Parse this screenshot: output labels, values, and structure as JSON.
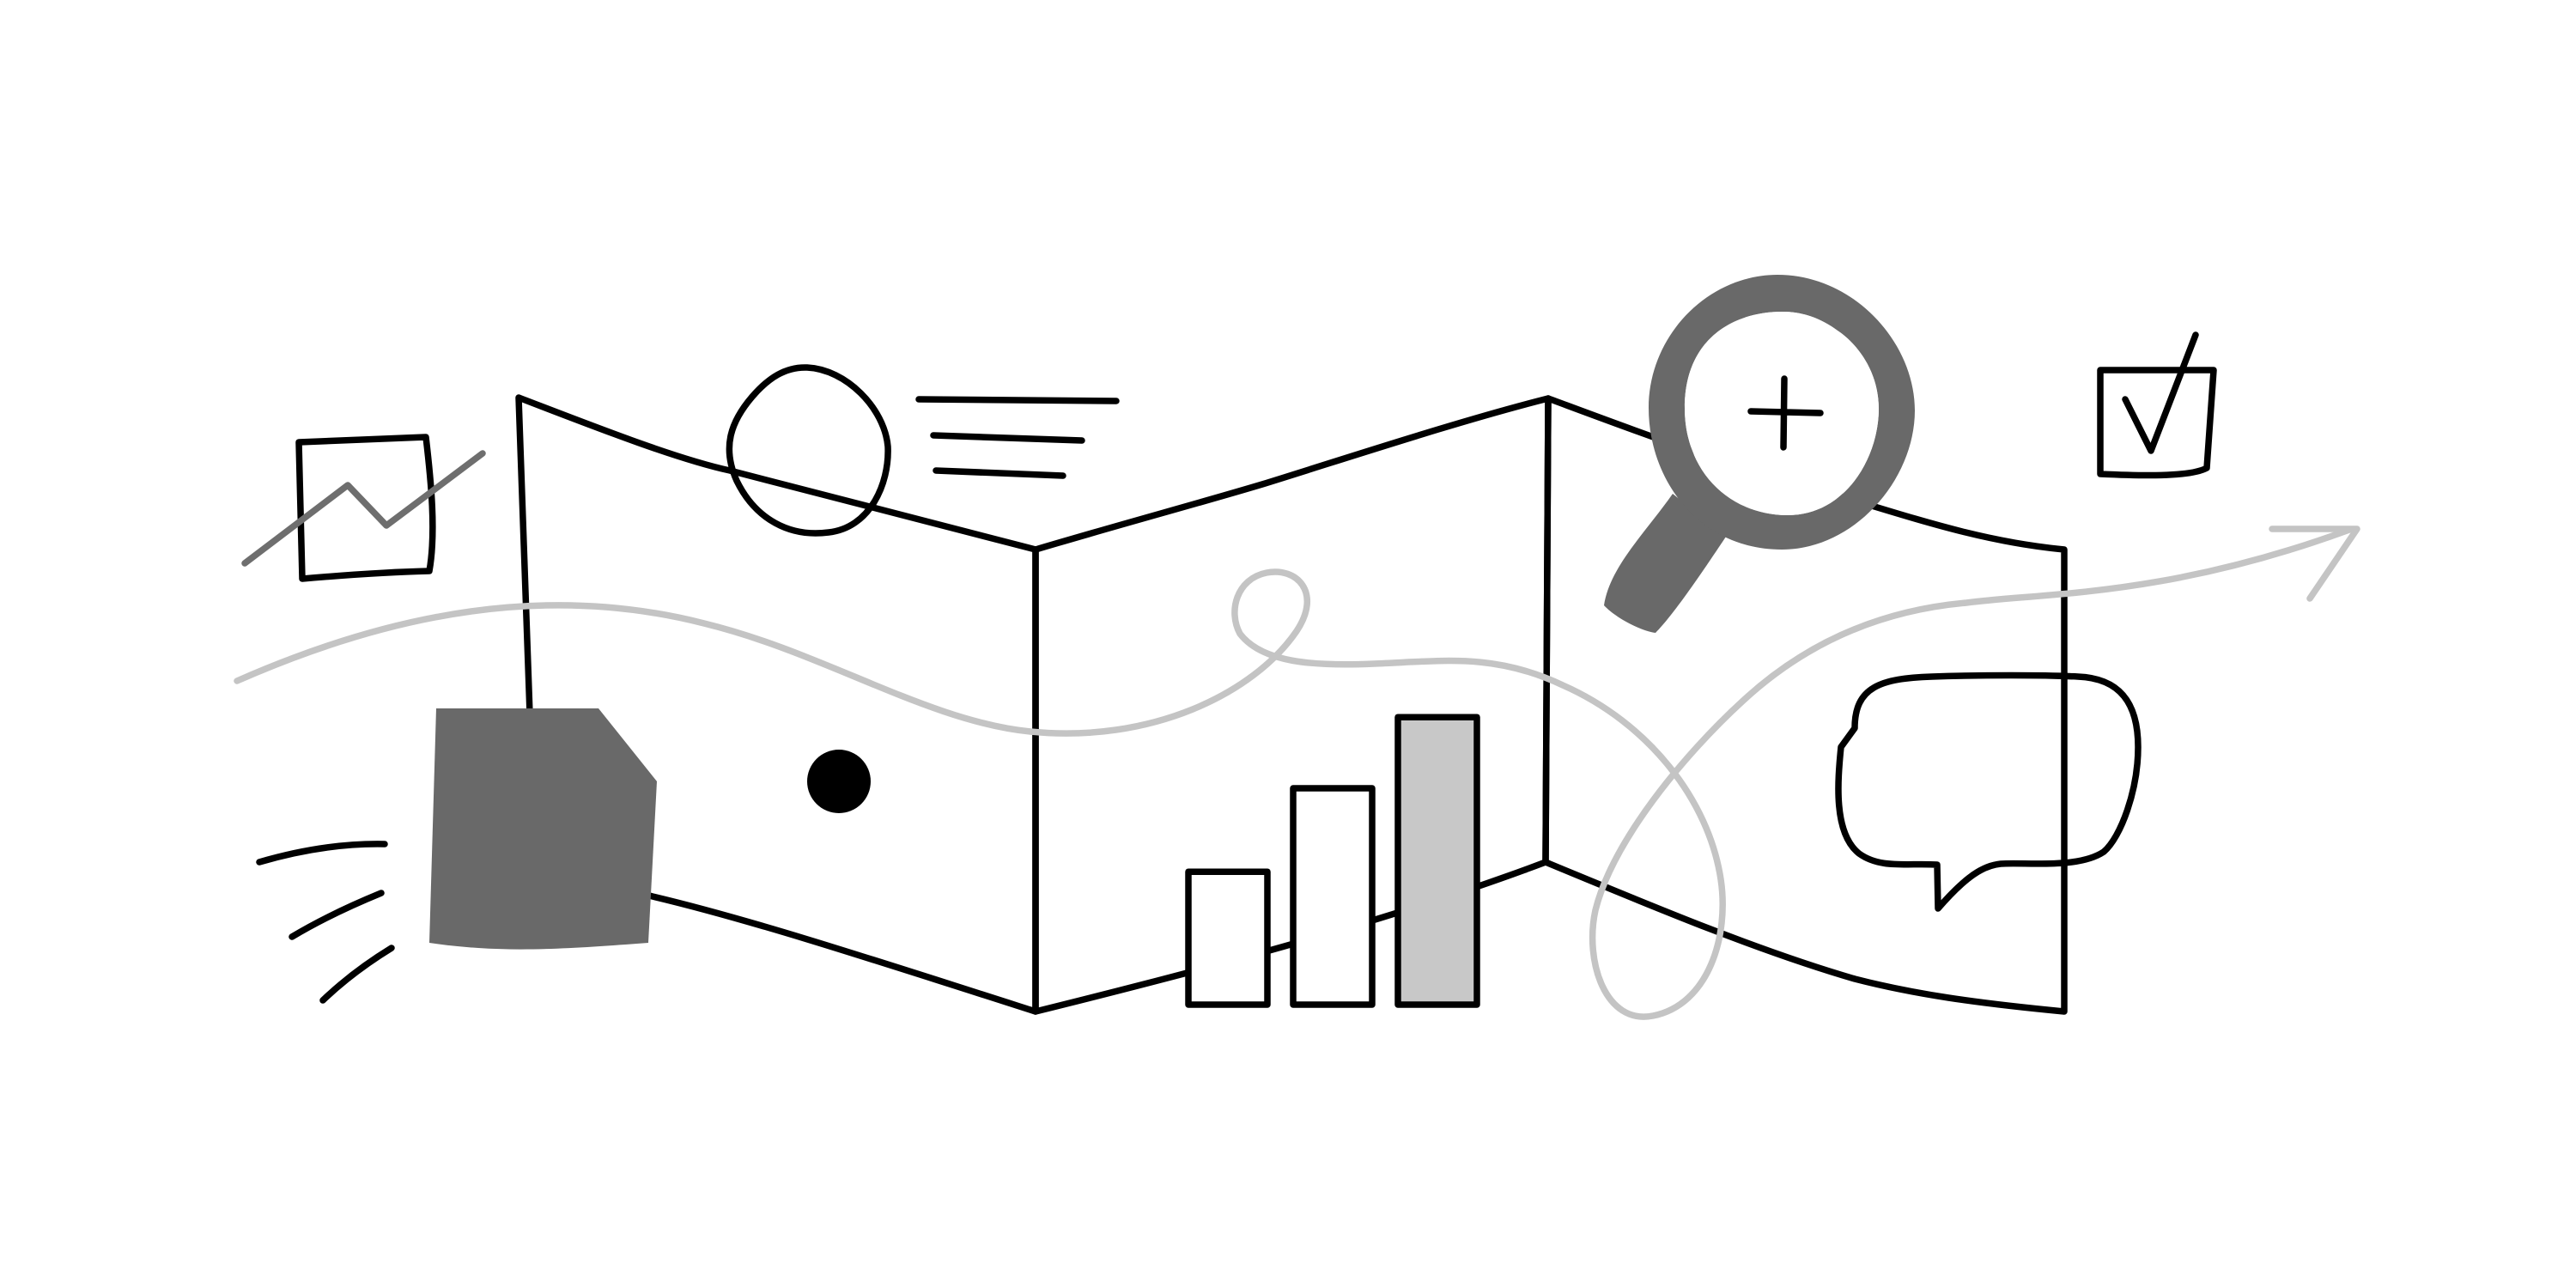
{
  "illustration": {
    "subject": "folded-map-with-analytics-icons",
    "palette": {
      "outline": "#000000",
      "panel_light": "#eeeeee",
      "panel_white": "#ffffff",
      "gray_mid": "#898989",
      "gray_dark": "#696969",
      "bar_gray": "#c8c8c8",
      "route_gray": "#c4c4c4",
      "chart_line": "#6e6e6e"
    },
    "icons": [
      "folded-map-icon",
      "line-chart-card-icon",
      "person-avatar-icon",
      "text-lines-icon",
      "magnifier-plus-icon",
      "checkbox-check-icon",
      "bar-chart-icon",
      "speech-bubble-icon",
      "document-icon",
      "location-dot-icon",
      "speed-lines-icon",
      "route-arrow-icon"
    ],
    "bar_chart": {
      "levels": [
        0.43,
        0.7,
        0.93
      ]
    }
  }
}
